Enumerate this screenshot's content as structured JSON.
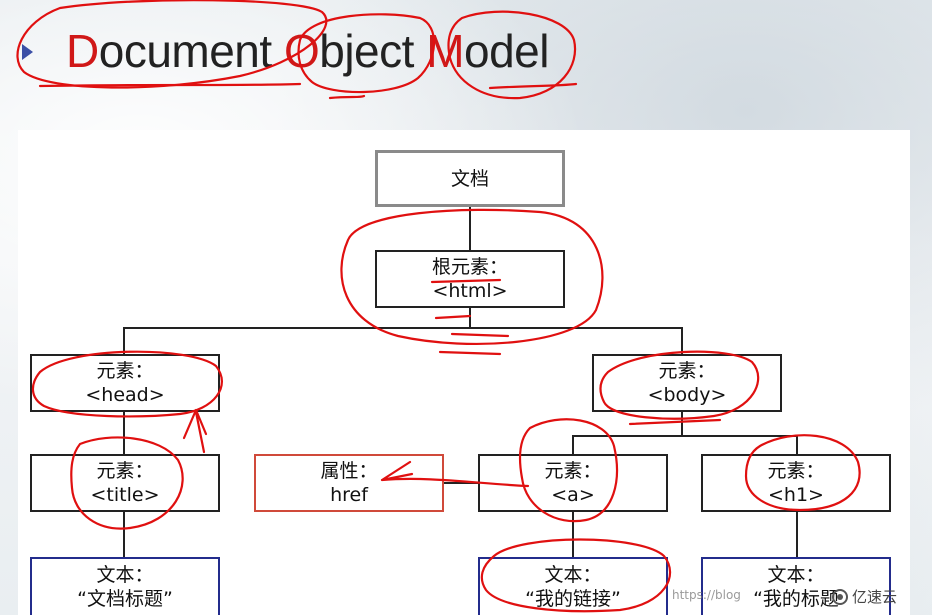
{
  "slide": {
    "title_parts": [
      {
        "cap": "D",
        "rest": "ocument "
      },
      {
        "cap": "O",
        "rest": "bject "
      },
      {
        "cap": "M",
        "rest": "odel"
      }
    ]
  },
  "nodes": {
    "document": {
      "line1": "文档",
      "line2": ""
    },
    "root": {
      "line1": "根元素：",
      "line2": "<html>"
    },
    "head": {
      "line1": "元素：",
      "line2": "<head>"
    },
    "body": {
      "line1": "元素：",
      "line2": "<body>"
    },
    "title": {
      "line1": "元素：",
      "line2": "<title>"
    },
    "attribute": {
      "line1": "属性：",
      "line2": "href"
    },
    "a": {
      "line1": "元素：",
      "line2": "<a>"
    },
    "h1": {
      "line1": "元素：",
      "line2": "<h1>"
    },
    "text_title": {
      "line1": "文本：",
      "line2": "“文档标题”"
    },
    "text_a": {
      "line1": "文本：",
      "line2": "“我的链接”"
    },
    "text_h1": {
      "line1": "文本：",
      "line2": "“我的标题"
    }
  },
  "watermark": {
    "text": "https://blog"
  },
  "logo": {
    "text": "亿速云"
  },
  "colors": {
    "title_caps": "#d01818",
    "ink": "#e01010",
    "text_box_border": "#232c8c",
    "attribute_border": "#d04a3a"
  }
}
